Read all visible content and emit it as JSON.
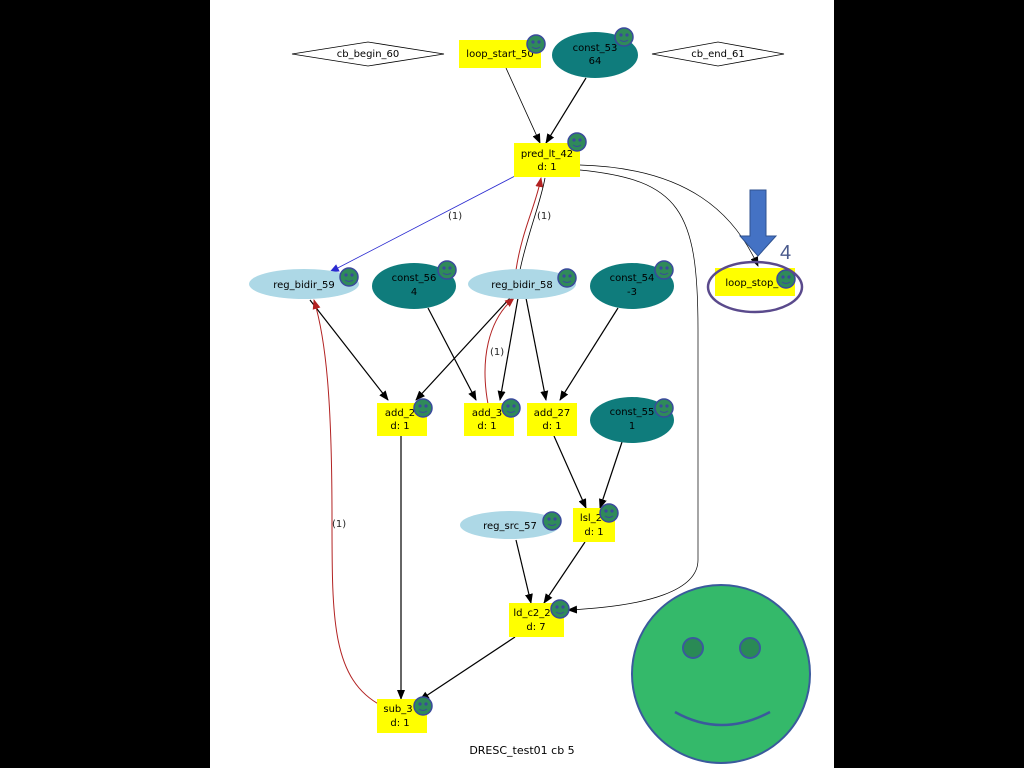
{
  "caption": "DRESC_test01 cb 5",
  "annotation_number": "4",
  "colors": {
    "box": "#ffff00",
    "const_fill": "#0f7c7c",
    "reg_fill": "#add8e6",
    "edge_default": "#000000",
    "edge_red": "#b22222",
    "edge_blue": "#2a2ad0",
    "highlight_ring": "#5a4a8c",
    "arrow_fill": "#4472c4",
    "smiley_fill": "#34b96a",
    "smiley_outline": "#3a5a9c"
  },
  "nodes": {
    "cb_begin_60": {
      "line1": "cb_begin_60",
      "line2": ""
    },
    "cb_end_61": {
      "line1": "cb_end_61",
      "line2": ""
    },
    "loop_start_50": {
      "line1": "loop_start_50",
      "line2": ""
    },
    "const_53": {
      "line1": "const_53",
      "line2": "64"
    },
    "pred_lt_42": {
      "line1": "pred_lt_42",
      "line2": "d: 1"
    },
    "loop_stop": {
      "line1": "loop_stop_3",
      "line2": ""
    },
    "reg_bidir_59": {
      "line1": "reg_bidir_59",
      "line2": ""
    },
    "const_56": {
      "line1": "const_56",
      "line2": "4"
    },
    "reg_bidir_58": {
      "line1": "reg_bidir_58",
      "line2": ""
    },
    "const_54": {
      "line1": "const_54",
      "line2": "-3"
    },
    "add_2": {
      "line1": "add_2",
      "line2": "d: 1"
    },
    "add_3": {
      "line1": "add_3",
      "line2": "d: 1"
    },
    "add_27": {
      "line1": "add_27",
      "line2": "d: 1"
    },
    "const_55": {
      "line1": "const_55",
      "line2": "1"
    },
    "reg_src_57": {
      "line1": "reg_src_57",
      "line2": ""
    },
    "lsl_2": {
      "line1": "lsl_2",
      "line2": "d: 1"
    },
    "ld_c2_2": {
      "line1": "ld_c2_2",
      "line2": "d: 7"
    },
    "sub_3": {
      "line1": "sub_3",
      "line2": "d: 1"
    }
  },
  "edge_labels": {
    "pred_to_reg59": "(1)",
    "pred_reg58": "(1)",
    "add3_reg58": "(1)",
    "sub_reg59": "(1)"
  }
}
